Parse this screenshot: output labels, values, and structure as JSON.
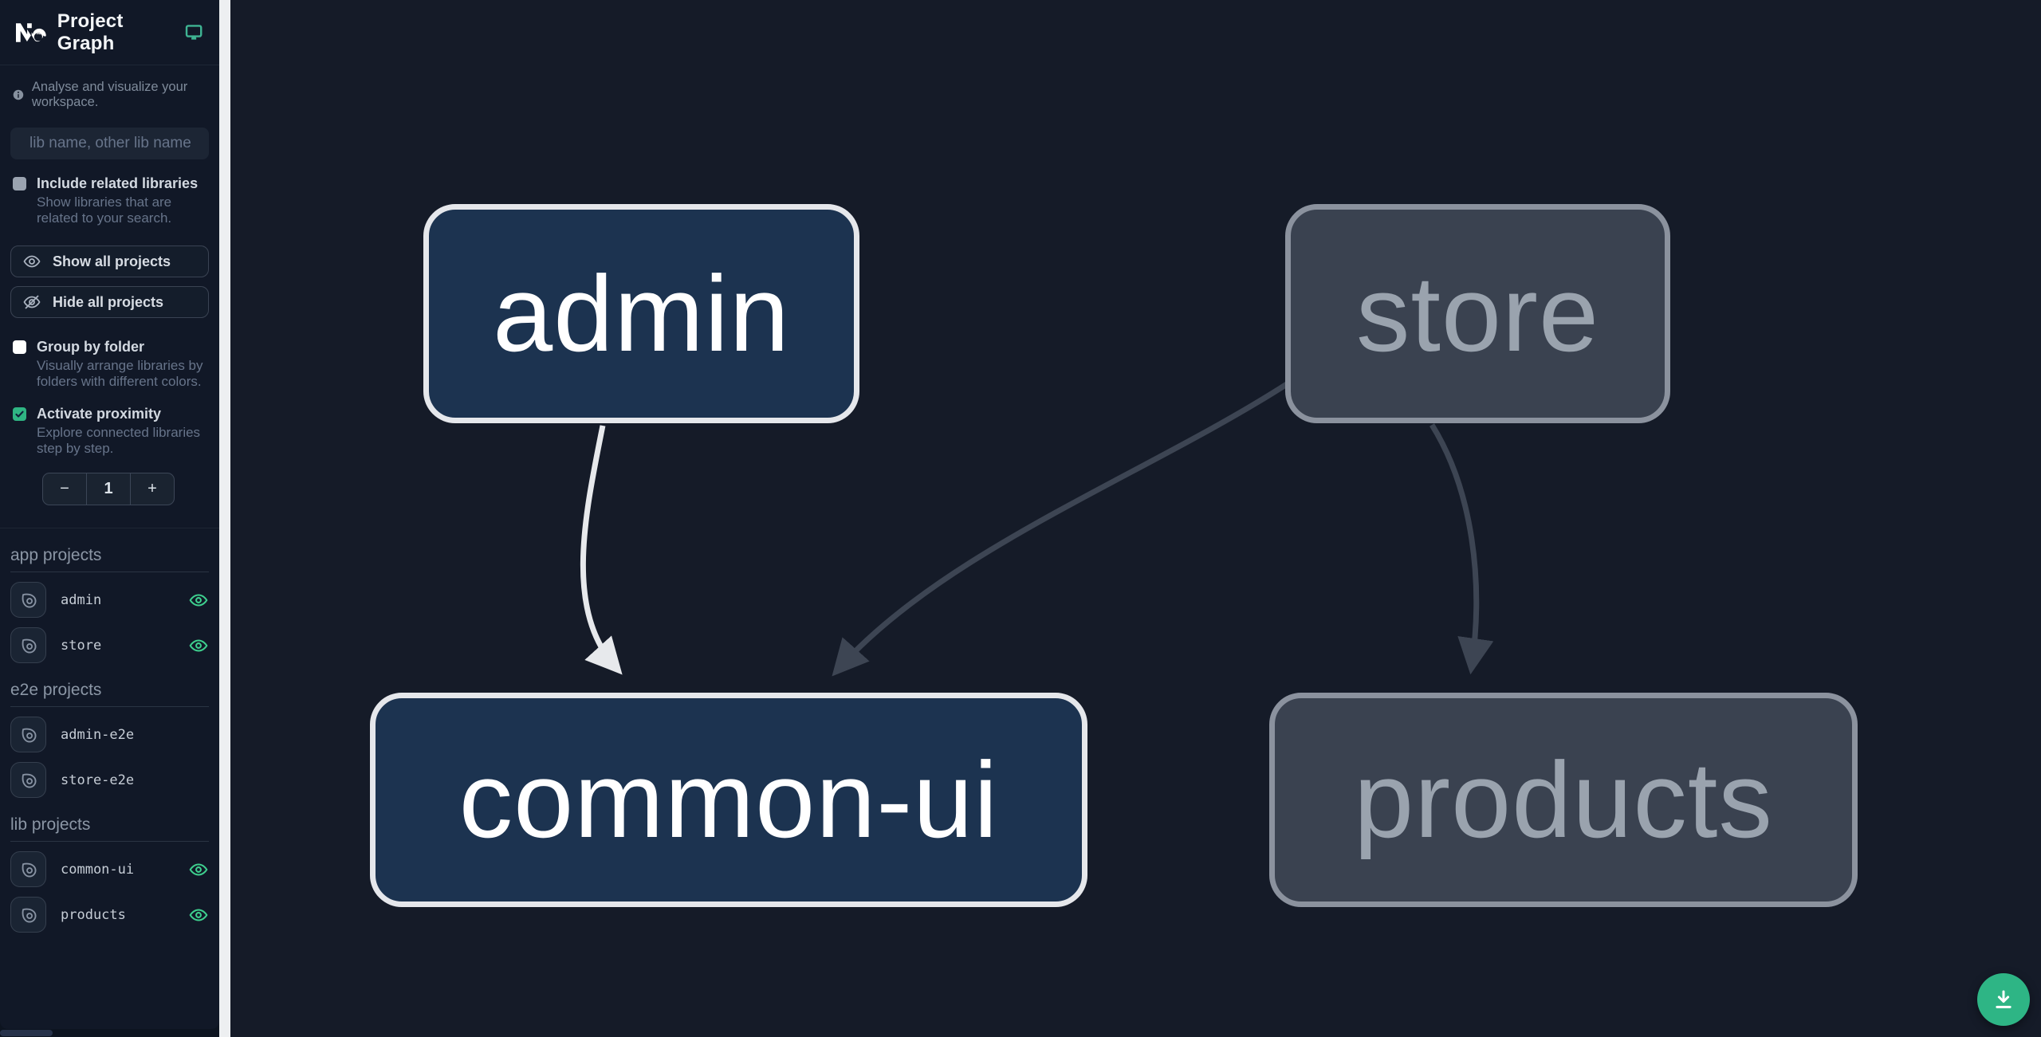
{
  "app": {
    "title": "Project Graph"
  },
  "sidebar": {
    "tagline": "Analyse and visualize your workspace.",
    "filter": {
      "placeholder": "lib name, other lib name"
    },
    "checkboxes": [
      {
        "label": "Include related libraries",
        "description": "Show libraries that are related to your search.",
        "checked": false
      },
      {
        "label": "Group by folder",
        "description": "Visually arrange libraries by folders with different colors.",
        "checked": false
      },
      {
        "label": "Activate proximity",
        "description": "Explore connected libraries step by step.",
        "checked": true
      }
    ],
    "buttons": {
      "show_all": "Show all projects",
      "hide_all": "Hide all projects"
    },
    "proximity_stepper": {
      "decrement": "−",
      "value": "1",
      "increment": "+"
    },
    "sections": [
      {
        "title": "app projects",
        "projects": [
          {
            "name": "admin",
            "visible": true
          },
          {
            "name": "store",
            "visible": true
          }
        ]
      },
      {
        "title": "e2e projects",
        "projects": [
          {
            "name": "admin-e2e",
            "visible": false
          },
          {
            "name": "store-e2e",
            "visible": false
          }
        ]
      },
      {
        "title": "lib projects",
        "projects": [
          {
            "name": "common-ui",
            "visible": true
          },
          {
            "name": "products",
            "visible": true
          }
        ]
      }
    ]
  },
  "graph": {
    "nodes": [
      {
        "id": "admin",
        "label": "admin",
        "state": "highlighted"
      },
      {
        "id": "store",
        "label": "store",
        "state": "faded"
      },
      {
        "id": "common-ui",
        "label": "common-ui",
        "state": "highlighted"
      },
      {
        "id": "products",
        "label": "products",
        "state": "faded"
      }
    ],
    "edges": [
      {
        "from": "admin",
        "to": "common-ui",
        "state": "highlighted"
      },
      {
        "from": "store",
        "to": "common-ui",
        "state": "faded"
      },
      {
        "from": "store",
        "to": "products",
        "state": "faded"
      }
    ]
  },
  "fab": {
    "icon": "download-icon"
  },
  "colors": {
    "canvas_bg": "#151b28",
    "sidebar_bg": "#111827",
    "accent_teal": "#3fb493",
    "eye_green": "#3ecf8e",
    "node_focused_fill": "#1c3350",
    "node_focused_border": "#e5e7eb",
    "node_faded_fill": "#3a4250",
    "node_faded_border": "#8b929e",
    "edge_highlight": "#e7e9ec",
    "edge_faded": "#3d4553",
    "fab_bg": "#2eb585"
  }
}
